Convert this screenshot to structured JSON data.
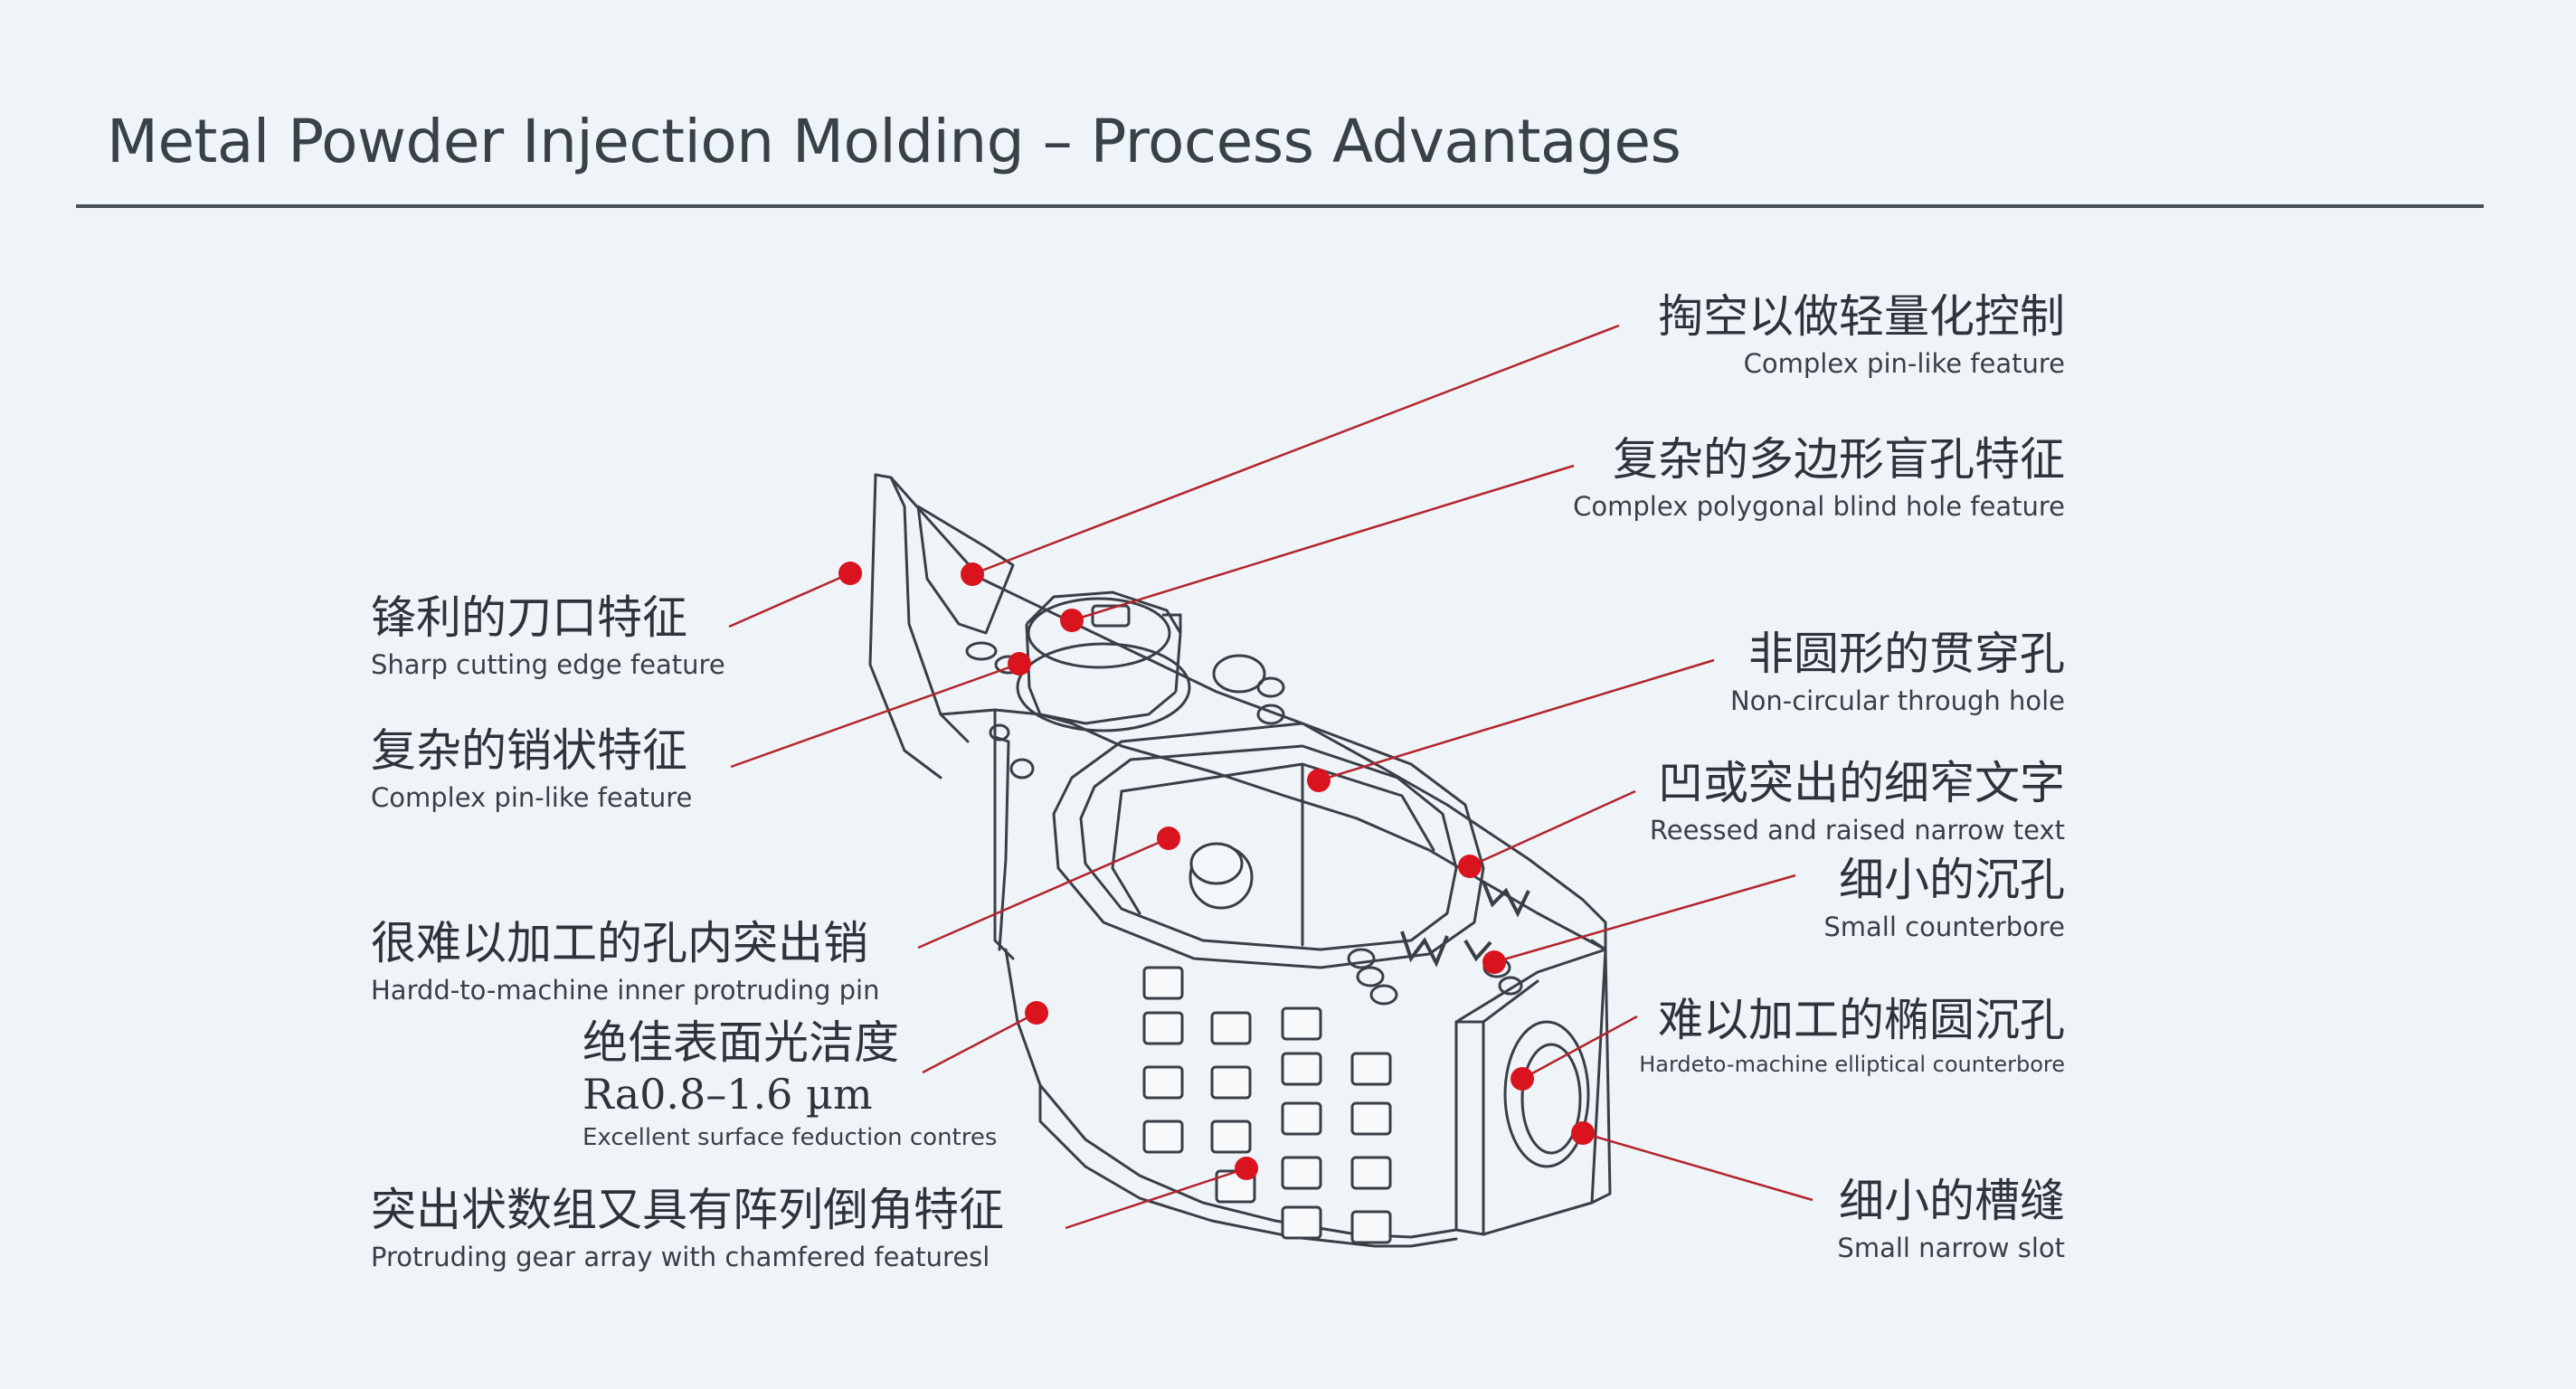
{
  "title": "Metal Powder Injection Molding – Process Advantages",
  "colors": {
    "background": "#eef4f8",
    "marker": "#d9141f",
    "leader_line": "#b3242b",
    "outline": "#3a3f46"
  },
  "features": [
    {
      "id": "f1",
      "zh": "掏空以做轻量化控制",
      "en": "Complex pin-like feature"
    },
    {
      "id": "f2",
      "zh": "复杂的多边形盲孔特征",
      "en": "Complex polygonal blind hole feature"
    },
    {
      "id": "f3",
      "zh": "锋利的刀口特征",
      "en": "Sharp cutting edge feature"
    },
    {
      "id": "f4",
      "zh": "复杂的销状特征",
      "en": "Complex pin-like feature"
    },
    {
      "id": "f5",
      "zh": "非圆形的贯穿孔",
      "en": "Non-circular through hole"
    },
    {
      "id": "f6",
      "zh": "凹或突出的细窄文字",
      "en": "Reessed and raised narrow text"
    },
    {
      "id": "f7",
      "zh": "很难以加工的孔内突出销",
      "en": "Hardd-to-machine inner protruding pin"
    },
    {
      "id": "f8",
      "zh": "细小的沉孔",
      "en": "Small counterbore"
    },
    {
      "id": "f9",
      "zh": "绝佳表面光洁度",
      "ra": "Ra0.8–1.6 µm",
      "en": "Excellent surface feduction contres"
    },
    {
      "id": "f10",
      "zh": "难以加工的椭圆沉孔",
      "en": "Hardeto-machine elliptical counterbore"
    },
    {
      "id": "f11",
      "zh": "突出状数组又具有阵列倒角特征",
      "en": "Protruding gear array with chamfered featuresl"
    },
    {
      "id": "f12",
      "zh": "细小的槽缝",
      "en": "Small narrow slot"
    }
  ]
}
